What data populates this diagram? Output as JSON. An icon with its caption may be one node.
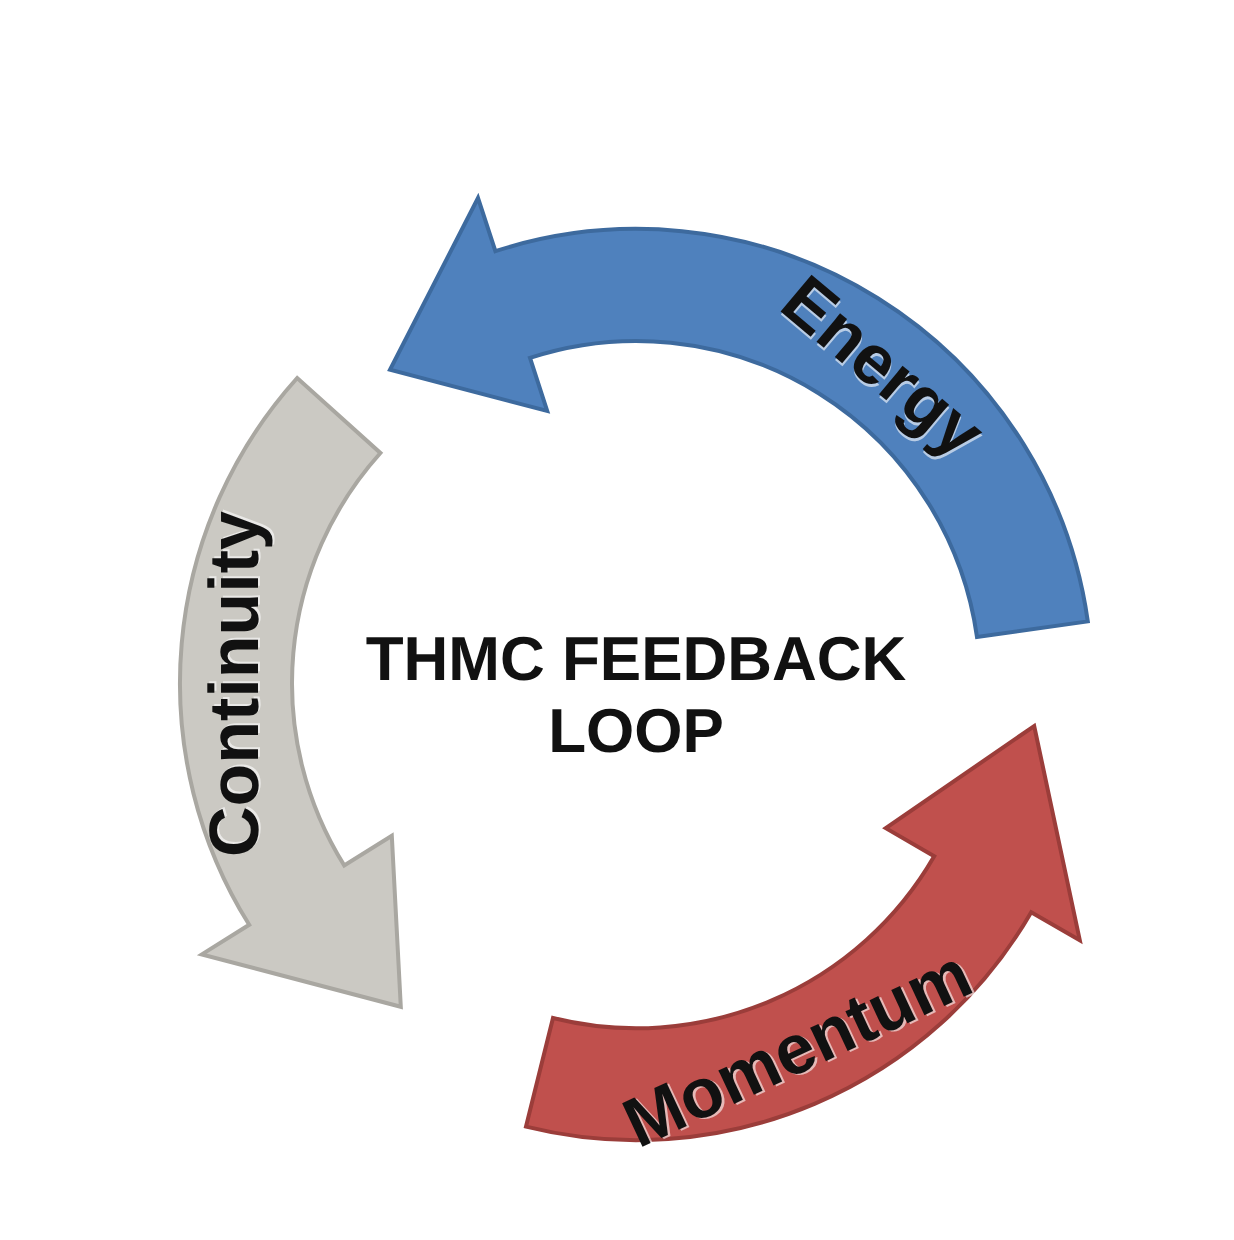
{
  "diagram": {
    "title": "THMC FEEDBACK LOOP",
    "nodes": [
      {
        "text": [
          "Energy"
        ]
      },
      {
        "text": [
          "Continuity"
        ]
      },
      {
        "text": [
          "Momentum"
        ]
      }
    ]
  }
}
